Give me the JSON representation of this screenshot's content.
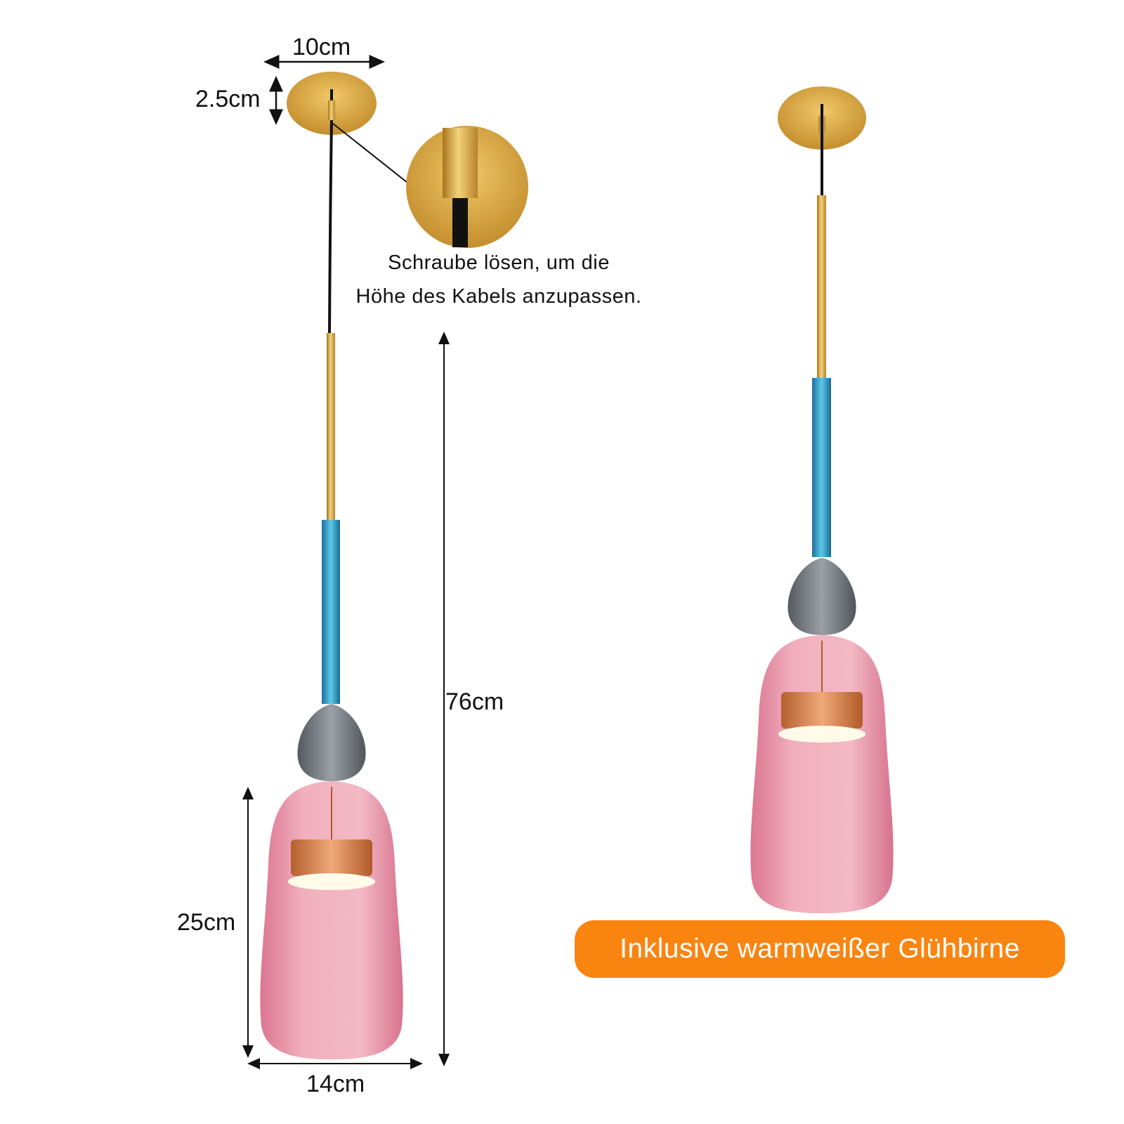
{
  "dimensions": {
    "canopy_width": "10cm",
    "canopy_height": "2.5cm",
    "total_height": "76cm",
    "shade_height": "25cm",
    "shade_width": "14cm"
  },
  "note": {
    "line1": "Schraube lösen, um die",
    "line2": "Höhe des Kabels anzupassen."
  },
  "badge": {
    "text": "Inklusive warmweißer Glühbirne",
    "color": "#fa8410"
  },
  "colors": {
    "gold": "#d9a53a",
    "blue": "#2f9fc6",
    "pink": "#e98aa0",
    "smoke": "#6f747a",
    "copper": "#d88456"
  }
}
